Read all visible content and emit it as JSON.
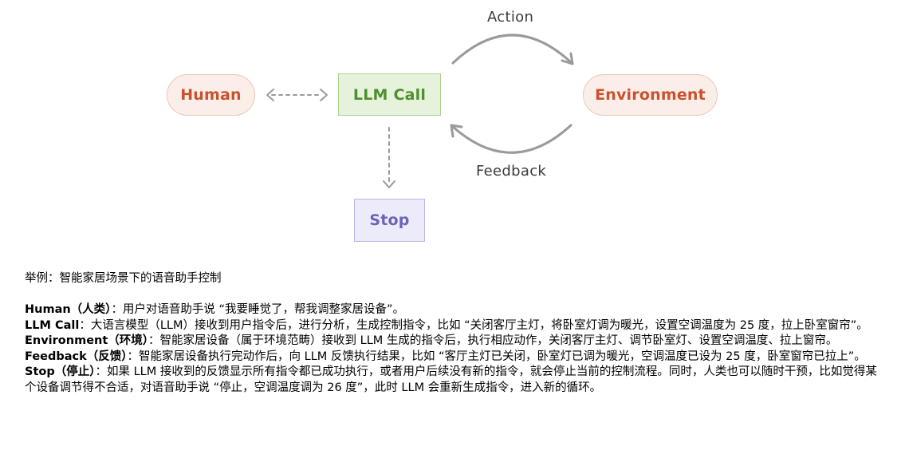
{
  "diagram": {
    "nodes": {
      "human": "Human",
      "llm_call": "LLM Call",
      "environment": "Environment",
      "stop": "Stop"
    },
    "edges": {
      "action": "Action",
      "feedback": "Feedback"
    },
    "colors": {
      "human_env_fill": "#fbeee9",
      "human_env_text": "#c9522e",
      "llm_fill": "#e6f2dc",
      "llm_text": "#4f8f2d",
      "stop_fill": "#ecebf9",
      "stop_text": "#6a63b7",
      "arrow": "#9a9a9a"
    }
  },
  "example": {
    "intro": "举例：智能家居场景下的语音助手控制",
    "items": [
      {
        "term": "Human（人类）",
        "desc": "：用户对语音助手说 “我要睡觉了，帮我调整家居设备”。"
      },
      {
        "term": "LLM Call",
        "desc": "：大语言模型（LLM）接收到用户指令后，进行分析，生成控制指令，比如 “关闭客厅主灯，将卧室灯调为暖光，设置空调温度为 25 度，拉上卧室窗帘”。"
      },
      {
        "term": "Environment（环境）",
        "desc": "：智能家居设备（属于环境范畴）接收到 LLM 生成的指令后，执行相应动作，关闭客厅主灯、调节卧室灯、设置空调温度、拉上窗帘。"
      },
      {
        "term": "Feedback（反馈）",
        "desc": "：智能家居设备执行完动作后，向 LLM 反馈执行结果，比如 “客厅主灯已关闭，卧室灯已调为暖光，空调温度已设为 25 度，卧室窗帘已拉上”。"
      },
      {
        "term": "Stop（停止）",
        "desc": "：如果 LLM 接收到的反馈显示所有指令都已成功执行，或者用户后续没有新的指令，就会停止当前的控制流程。同时，人类也可以随时干预，比如觉得某个设备调节得不合适，对语音助手说 “停止，空调温度调为 26 度”，此时 LLM 会重新生成指令，进入新的循环。"
      }
    ]
  }
}
